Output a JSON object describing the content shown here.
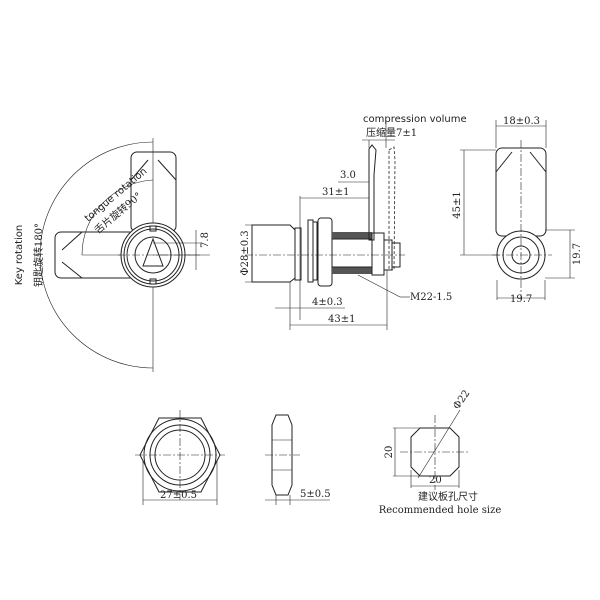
{
  "front_view": {
    "key_rotation_en": "Key rotation",
    "key_rotation_cn": "钥匙旋转180°",
    "tongue_rotation_en": "tongue rotation",
    "tongue_rotation_cn": "舌片旋转90°",
    "dim_offset": "7.8"
  },
  "side_view": {
    "compression_en": "compression volume",
    "compression_cn": "压缩量7±1",
    "dim_3": "3.0",
    "dim_31": "31±1",
    "dim_dia28": "Φ28±0.3",
    "dim_4": "4±0.3",
    "dim_43": "43±1",
    "thread": "M22-1.5"
  },
  "right_view": {
    "dim_width": "18±0.3",
    "dim_height": "45±1",
    "dim_right": "19.7",
    "dim_bottom": "19.7"
  },
  "nut_view": {
    "dim_width": "27±0.5",
    "dim_thickness": "5±0.5"
  },
  "hole_view": {
    "dim_dia": "Φ22",
    "dim_height": "20",
    "dim_width": "20",
    "label_cn": "建议板孔尺寸",
    "label_en": "Recommended hole size"
  }
}
